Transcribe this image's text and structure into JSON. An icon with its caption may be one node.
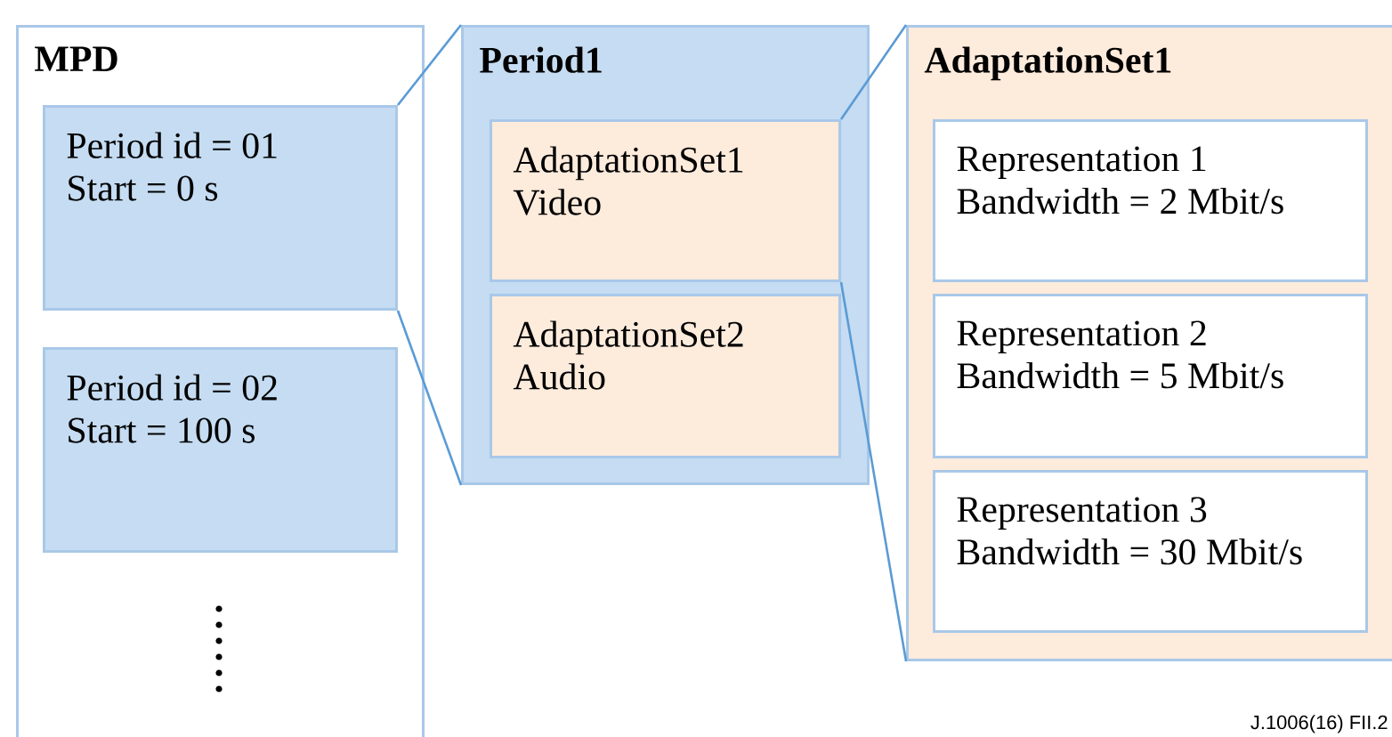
{
  "diagram": {
    "nodes": [
      {
        "text": [
          "MPD"
        ]
      },
      {
        "text": [
          "Period id = 01",
          "Start = 0 s"
        ],
        "in": 0
      },
      {
        "text": [
          "Period id = 02",
          "Start = 100 s"
        ],
        "in": 0
      },
      {
        "text": [
          "Period1"
        ]
      },
      {
        "text": [
          "AdaptationSet1",
          "Video"
        ],
        "in": 3
      },
      {
        "text": [
          "AdaptationSet2",
          "Audio"
        ],
        "in": 3
      },
      {
        "text": [
          "AdaptationSet1"
        ]
      },
      {
        "text": [
          "Representation 1",
          "Bandwidth = 2 Mbit/s"
        ],
        "in": 6
      },
      {
        "text": [
          "Representation 2",
          "Bandwidth = 5 Mbit/s"
        ],
        "in": 6
      },
      {
        "text": [
          "Representation 3",
          "Bandwidth = 30 Mbit/s"
        ],
        "in": 6
      }
    ],
    "edges": [
      {
        "from": 1,
        "to": 3,
        "arrow": "none"
      },
      {
        "from": 1,
        "to": 3,
        "arrow": "none"
      },
      {
        "from": 4,
        "to": 6,
        "arrow": "none"
      },
      {
        "from": 4,
        "to": 6,
        "arrow": "none"
      }
    ],
    "labels": [
      "J.1006(16) FII.2"
    ]
  }
}
